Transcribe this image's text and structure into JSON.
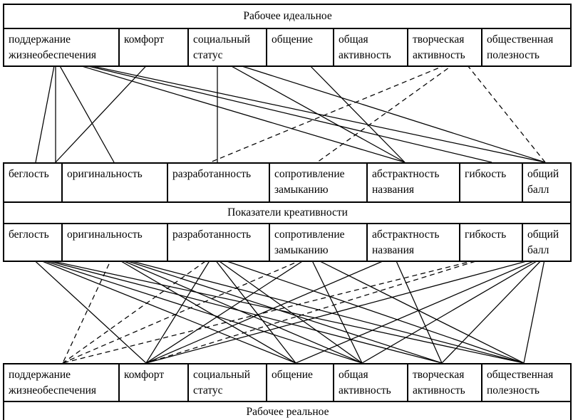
{
  "diagram": {
    "title_top": "Рабочее идеальное",
    "title_middle": "Показатели креативности",
    "title_bottom": "Рабочее реальное",
    "line_color": "#000000",
    "border_color": "#000000"
  },
  "work_values_top": {
    "band_label": "Рабочее идеальное",
    "cells": [
      {
        "label": "поддержание жизнеобеспечения"
      },
      {
        "label": "комфорт"
      },
      {
        "label": "социальный статус"
      },
      {
        "label": "общение"
      },
      {
        "label": "общая активность"
      },
      {
        "label": "творческая активность"
      },
      {
        "label": "общественная полезность"
      }
    ]
  },
  "creativity_upper": {
    "cells": [
      {
        "label": "беглость"
      },
      {
        "label": "оригинальность"
      },
      {
        "label": "разработанность"
      },
      {
        "label": "сопротивление замыканию"
      },
      {
        "label": "абстрактность названия"
      },
      {
        "label": "гибкость"
      },
      {
        "label": "общий балл"
      }
    ]
  },
  "creativity_band": {
    "band_label": "Показатели креативности"
  },
  "creativity_lower": {
    "cells": [
      {
        "label": "беглость"
      },
      {
        "label": "оригинальность"
      },
      {
        "label": "разработанность"
      },
      {
        "label": "сопротивление замыканию"
      },
      {
        "label": "абстрактность названия"
      },
      {
        "label": "гибкость"
      },
      {
        "label": "общий балл"
      }
    ]
  },
  "work_values_bottom": {
    "band_label": "Рабочее реальное",
    "cells": [
      {
        "label": "поддержание жизнеобеспечения"
      },
      {
        "label": "комфорт"
      },
      {
        "label": "социальный статус"
      },
      {
        "label": "общение"
      },
      {
        "label": "общая активность"
      },
      {
        "label": "творческая активность"
      },
      {
        "label": "общественная полезность"
      }
    ]
  },
  "chart_data": {
    "type": "diagram",
    "title": "Рабочее идеальное / Показатели креативности / Рабочее реальное",
    "nodes": {
      "top": [
        "поддержание жизнеобеспечения",
        "комфорт",
        "социальный статус",
        "общение",
        "общая активность",
        "творческая активность",
        "общественная полезность"
      ],
      "creativity": [
        "беглость",
        "оригинальность",
        "разработанность",
        "сопротивление замыканию",
        "абстрактность названия",
        "гибкость",
        "общий балл"
      ],
      "bottom": [
        "поддержание жизнеобеспечения",
        "комфорт",
        "социальный статус",
        "общение",
        "общая активность",
        "творческая активность",
        "общественная полезность"
      ]
    },
    "links_top": [
      {
        "from": "поддержание жизнеобеспечения",
        "to": "беглость",
        "style": "solid"
      },
      {
        "from": "поддержание жизнеобеспечения",
        "to": "оригинальность",
        "style": "solid"
      },
      {
        "from": "поддержание жизнеобеспечения",
        "to": "разработанность",
        "style": "solid"
      },
      {
        "from": "поддержание жизнеобеспечения",
        "to": "абстрактность названия",
        "style": "solid"
      },
      {
        "from": "поддержание жизнеобеспечения",
        "to": "гибкость",
        "style": "solid"
      },
      {
        "from": "поддержание жизнеобеспечения",
        "to": "общий балл",
        "style": "solid"
      },
      {
        "from": "комфорт",
        "to": "беглость",
        "style": "solid"
      },
      {
        "from": "социальный статус",
        "to": "беглость",
        "style": "solid"
      },
      {
        "from": "социальный статус",
        "to": "абстрактность названия",
        "style": "solid"
      },
      {
        "from": "социальный статус",
        "to": "общий балл",
        "style": "solid"
      },
      {
        "from": "общение",
        "to": "абстрактность названия",
        "style": "solid"
      },
      {
        "from": "творческая активность",
        "to": "разработанность",
        "style": "dashed"
      },
      {
        "from": "творческая активность",
        "to": "сопротивление замыканию",
        "style": "dashed"
      },
      {
        "from": "творческая активность",
        "to": "общий балл",
        "style": "dashed"
      }
    ],
    "links_bottom": [
      {
        "from": "беглость",
        "to": "комфорт",
        "style": "solid"
      },
      {
        "from": "беглость",
        "to": "социальный статус",
        "style": "solid"
      },
      {
        "from": "беглость",
        "to": "общение",
        "style": "solid"
      },
      {
        "from": "беглость",
        "to": "общая активность",
        "style": "solid"
      },
      {
        "from": "беглость",
        "to": "общественная полезность",
        "style": "solid"
      },
      {
        "from": "оригинальность",
        "to": "поддержание жизнеобеспечения",
        "style": "dashed"
      },
      {
        "from": "оригинальность",
        "to": "социальный статус",
        "style": "solid"
      },
      {
        "from": "оригинальность",
        "to": "общение",
        "style": "solid"
      },
      {
        "from": "оригинальность",
        "to": "творческая активность",
        "style": "solid"
      },
      {
        "from": "оригинальность",
        "to": "общественная полезность",
        "style": "solid"
      },
      {
        "from": "разработанность",
        "to": "поддержание жизнеобеспечения",
        "style": "dashed"
      },
      {
        "from": "разработанность",
        "to": "комфорт",
        "style": "solid"
      },
      {
        "from": "разработанность",
        "to": "социальный статус",
        "style": "solid"
      },
      {
        "from": "разработанность",
        "to": "общая активность",
        "style": "solid"
      },
      {
        "from": "разработанность",
        "to": "общественная полезность",
        "style": "solid"
      },
      {
        "from": "сопротивление замыканию",
        "to": "поддержание жизнеобеспечения",
        "style": "dashed"
      },
      {
        "from": "сопротивление замыканию",
        "to": "комфорт",
        "style": "solid"
      },
      {
        "from": "сопротивление замыканию",
        "to": "общение",
        "style": "solid"
      },
      {
        "from": "сопротивление замыканию",
        "to": "общественная полезность",
        "style": "solid"
      },
      {
        "from": "абстрактность названия",
        "to": "комфорт",
        "style": "solid"
      },
      {
        "from": "абстрактность названия",
        "to": "общая активность",
        "style": "solid"
      },
      {
        "from": "гибкость",
        "to": "поддержание жизнеобеспечения",
        "style": "dashed"
      },
      {
        "from": "гибкость",
        "to": "комфорт",
        "style": "dashed"
      },
      {
        "from": "общий балл",
        "to": "комфорт",
        "style": "solid"
      },
      {
        "from": "общий балл",
        "to": "социальный статус",
        "style": "solid"
      },
      {
        "from": "общий балл",
        "to": "общение",
        "style": "solid"
      },
      {
        "from": "общий балл",
        "to": "творческая активность",
        "style": "solid"
      },
      {
        "from": "общий балл",
        "to": "общественная полезность",
        "style": "solid"
      }
    ]
  }
}
